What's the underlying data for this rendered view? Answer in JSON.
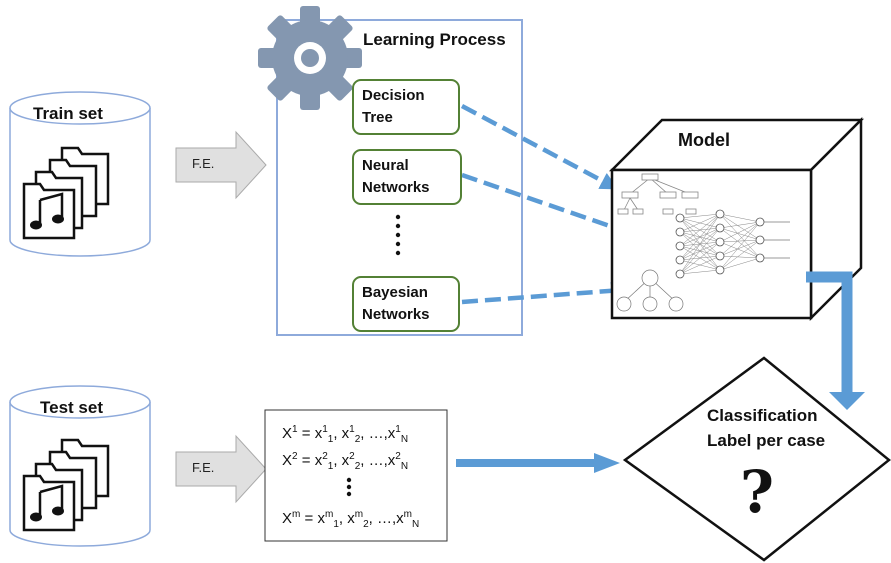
{
  "train_set": {
    "label": "Train set"
  },
  "test_set": {
    "label": "Test set"
  },
  "fe": {
    "train": "F.E.",
    "test": "F.E."
  },
  "learning": {
    "title": "Learning Process",
    "items": [
      {
        "line1": "Decision",
        "line2": "Tree"
      },
      {
        "line1": "Neural",
        "line2": "Networks"
      },
      {
        "line1": "Bayesian",
        "line2": "Networks"
      }
    ]
  },
  "model": {
    "label": "Model"
  },
  "features": {
    "rows": [
      {
        "base": "X",
        "sup": "1",
        "rhs_base": "x",
        "rhs_sup": "1",
        "subs": [
          "1",
          "2",
          "N"
        ]
      },
      {
        "base": "X",
        "sup": "2",
        "rhs_base": "x",
        "rhs_sup": "2",
        "subs": [
          "1",
          "2",
          "N"
        ]
      },
      {
        "base": "X",
        "sup": "m",
        "rhs_base": "x",
        "rhs_sup": "m",
        "subs": [
          "1",
          "2",
          "N"
        ]
      }
    ],
    "separator": ", ",
    "ellipsis": ", …,"
  },
  "output": {
    "line1": "Classification",
    "line2": "Label per case",
    "symbol": "?"
  },
  "colors": {
    "accent_blue": "#5b9bd5",
    "box_green": "#538135",
    "gear": "#8497b0",
    "frame": "#8eaadb"
  }
}
